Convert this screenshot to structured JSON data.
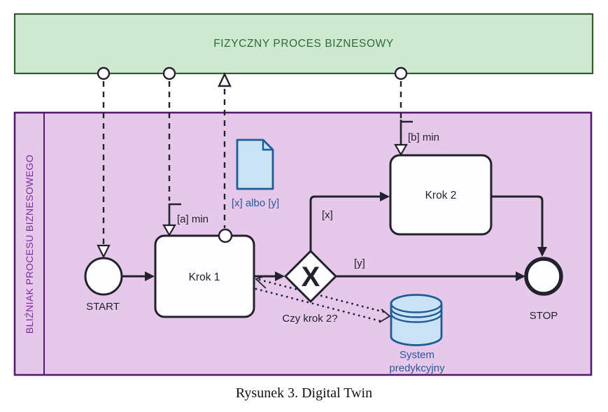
{
  "colors": {
    "bg": "#ffffff",
    "green_fill": "#cfe8d0",
    "green_stroke": "#33592e",
    "green_text": "#2e6b3a",
    "purple_fill": "#e5c8ea",
    "purple_stroke": "#53196b",
    "purple_text": "#7b2f9e",
    "ink": "#23212c",
    "node_fill": "#fdfdff",
    "blue_fill": "#c9e2f6",
    "blue_stroke": "#1d5c94",
    "blue_text": "#2b579a",
    "caption_text": "#111111"
  },
  "physical_pool": {
    "title": "FIZYCZNY PROCES BIZNESOWY"
  },
  "twin_pool": {
    "label": "BLIŹNIAK PROCESU BIZNESOWEGO"
  },
  "nodes": {
    "start": {
      "label": "START"
    },
    "krok1": {
      "label": "Krok 1"
    },
    "krok2": {
      "label": "Krok 2"
    },
    "stop": {
      "label": "STOP"
    },
    "gateway": {
      "symbol": "X",
      "question": "Czy krok 2?"
    },
    "document": {
      "label": "[x] albo [y]"
    },
    "datastore": {
      "label_line1": "System",
      "label_line2": "predykcyjny"
    }
  },
  "edges": {
    "a_min": "[a] min",
    "b_min": "[b] min",
    "x_branch": "[x]",
    "y_branch": "[y]"
  },
  "caption": "Rysunek 3. Digital Twin"
}
